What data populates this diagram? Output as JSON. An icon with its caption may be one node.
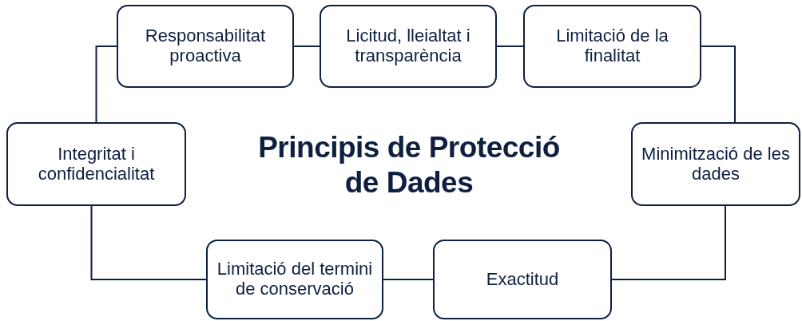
{
  "diagram": {
    "title": "Principis de Protecció de Dades",
    "nodes": [
      {
        "text": [
          "Responsabilitat proactiva"
        ]
      },
      {
        "text": [
          "Licitud, lleialtat i transparència"
        ]
      },
      {
        "text": [
          "Limitació de la finalitat"
        ]
      },
      {
        "text": [
          "Minimització de les dades"
        ]
      },
      {
        "text": [
          "Exactitud"
        ]
      },
      {
        "text": [
          "Limitació del termini de conservació"
        ]
      },
      {
        "text": [
          "Integritat i confidencialitat"
        ]
      }
    ],
    "edges": [
      {
        "from": 0,
        "to": 1,
        "arrow": "none"
      },
      {
        "from": 1,
        "to": 2,
        "arrow": "none"
      },
      {
        "from": 2,
        "to": 3,
        "arrow": "none"
      },
      {
        "from": 3,
        "to": 4,
        "arrow": "none"
      },
      {
        "from": 4,
        "to": 5,
        "arrow": "none"
      },
      {
        "from": 5,
        "to": 6,
        "arrow": "none"
      },
      {
        "from": 6,
        "to": 0,
        "arrow": "none"
      }
    ]
  }
}
